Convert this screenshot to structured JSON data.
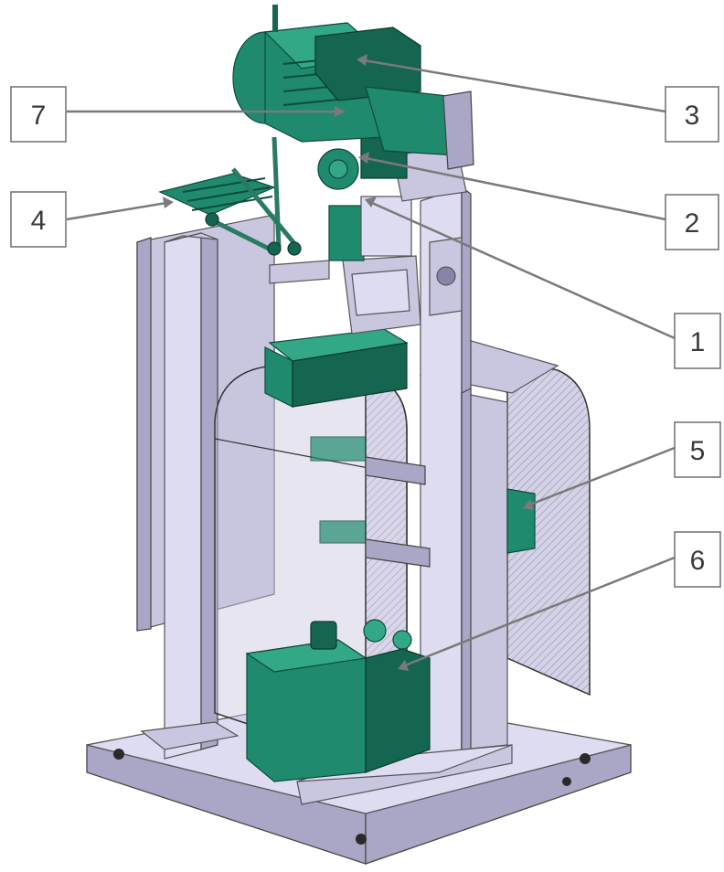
{
  "callouts": [
    {
      "label": "1"
    },
    {
      "label": "2"
    },
    {
      "label": "3"
    },
    {
      "label": "4"
    },
    {
      "label": "5"
    },
    {
      "label": "6"
    },
    {
      "label": "7"
    }
  ],
  "colors": {
    "machine_green": "#1f8a6e",
    "frame_lavender": "#c9c6e0",
    "callout_border": "#6e6e6e",
    "leader_line": "#7a7a7a"
  }
}
